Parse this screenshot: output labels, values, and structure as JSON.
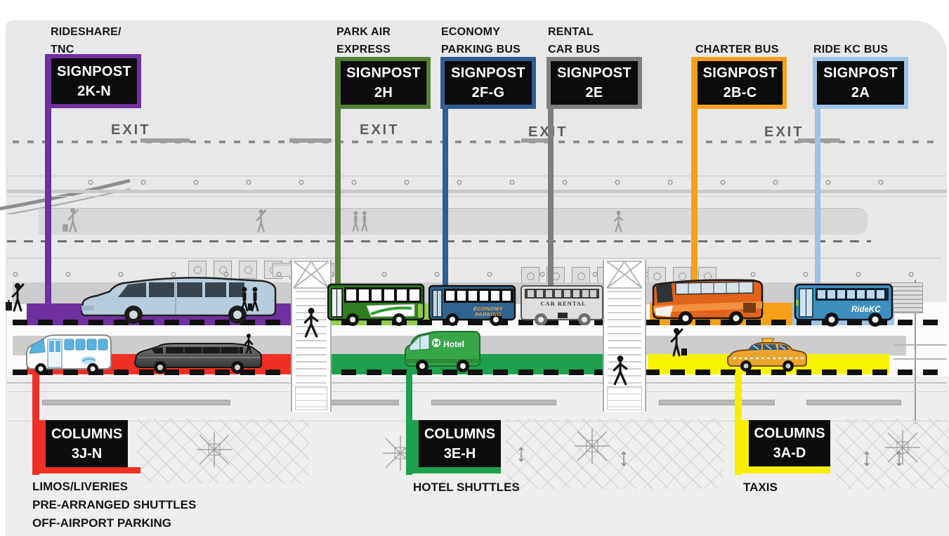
{
  "diagram_title": "Airport curbside ground transportation diagram",
  "exit_labels": [
    "EXIT",
    "EXIT",
    "EXIT",
    "EXIT"
  ],
  "signposts": [
    {
      "category": "RIDESHARE/\nTNC",
      "sign": "SIGNPOST\n2K-N",
      "color": "#7030a0"
    },
    {
      "category": "PARK AIR\nEXPRESS",
      "sign": "SIGNPOST\n2H",
      "color": "#538135"
    },
    {
      "category": "ECONOMY\nPARKING BUS",
      "sign": "SIGNPOST\n2F-G",
      "color": "#2f5d93"
    },
    {
      "category": "RENTAL\nCAR BUS",
      "sign": "SIGNPOST\n2E",
      "color": "#7f7f7f"
    },
    {
      "category": "CHARTER BUS",
      "sign": "SIGNPOST\n2B-C",
      "color": "#f6a01a"
    },
    {
      "category": "RIDE KC BUS",
      "sign": "SIGNPOST\n2A",
      "color": "#9dc3e6"
    }
  ],
  "columns": [
    {
      "sign": "COLUMNS\n3J-N",
      "caption": "LIMOS/LIVERIES\nPRE-ARRANGED SHUTTLES\nOFF-AIRPORT PARKING",
      "color": "#ee3124"
    },
    {
      "sign": "COLUMNS\n3E-H",
      "caption": "HOTEL SHUTTLES",
      "color": "#1ea04c"
    },
    {
      "sign": "COLUMNS\n3A-D",
      "caption": "TAXIS",
      "color": "#f8ee00"
    }
  ],
  "vehicle_labels": {
    "economy_bus": "ECONOMY\nPARKING",
    "rental_bus": "CAR RENTAL",
    "ridekc_bus": "RideKC",
    "hotel_van": "Hotel"
  },
  "lane_colors": {
    "rideshare_tnc": "#7030a0",
    "park_air_express": "#92d050",
    "charter_bus": "#f6a01a",
    "ridekc_bus": "#9dc3e6",
    "limos_liveries": "#ee3124",
    "hotel_shuttles": "#1ea04c",
    "taxis": "#f8f400"
  }
}
